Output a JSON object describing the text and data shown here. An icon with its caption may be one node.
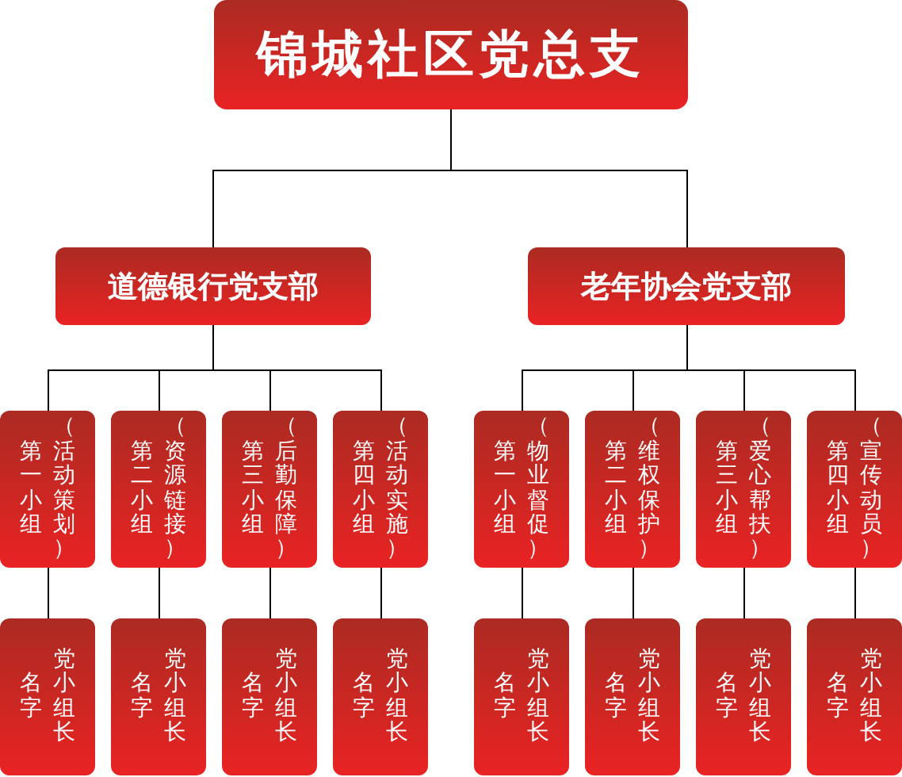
{
  "diagram": {
    "nodes": [
      {
        "text": [
          "锦城社区党总支"
        ]
      },
      {
        "text": [
          "道德银行党支部"
        ]
      },
      {
        "text": [
          "老年协会党支部"
        ]
      },
      {
        "text": [
          "第一小组",
          "（活动策划）"
        ]
      },
      {
        "text": [
          "第二小组",
          "（资源链接）"
        ]
      },
      {
        "text": [
          "第三小组",
          "（后勤保障）"
        ]
      },
      {
        "text": [
          "第四小组",
          "（活动实施）"
        ]
      },
      {
        "text": [
          "第一小组",
          "（物业督促）"
        ]
      },
      {
        "text": [
          "第二小组",
          "（维权保护）"
        ]
      },
      {
        "text": [
          "第三小组",
          "（爱心帮扶）"
        ]
      },
      {
        "text": [
          "第四小组",
          "（宣传动员）"
        ]
      },
      {
        "text": [
          "名字",
          "党小组长"
        ]
      },
      {
        "text": [
          "名字",
          "党小组长"
        ]
      },
      {
        "text": [
          "名字",
          "党小组长"
        ]
      },
      {
        "text": [
          "名字",
          "党小组长"
        ]
      },
      {
        "text": [
          "名字",
          "党小组长"
        ]
      },
      {
        "text": [
          "名字",
          "党小组长"
        ]
      },
      {
        "text": [
          "名字",
          "党小组长"
        ]
      },
      {
        "text": [
          "名字",
          "党小组长"
        ]
      }
    ],
    "edges": [
      {
        "from": 0,
        "to": 1,
        "arrow": "none"
      },
      {
        "from": 0,
        "to": 2,
        "arrow": "none"
      },
      {
        "from": 1,
        "to": 3,
        "arrow": "none"
      },
      {
        "from": 1,
        "to": 4,
        "arrow": "none"
      },
      {
        "from": 1,
        "to": 5,
        "arrow": "none"
      },
      {
        "from": 1,
        "to": 6,
        "arrow": "none"
      },
      {
        "from": 2,
        "to": 7,
        "arrow": "none"
      },
      {
        "from": 2,
        "to": 8,
        "arrow": "none"
      },
      {
        "from": 2,
        "to": 9,
        "arrow": "none"
      },
      {
        "from": 2,
        "to": 10,
        "arrow": "none"
      },
      {
        "from": 3,
        "to": 11,
        "arrow": "none"
      },
      {
        "from": 4,
        "to": 12,
        "arrow": "none"
      },
      {
        "from": 5,
        "to": 13,
        "arrow": "none"
      },
      {
        "from": 6,
        "to": 14,
        "arrow": "none"
      },
      {
        "from": 7,
        "to": 15,
        "arrow": "none"
      },
      {
        "from": 8,
        "to": 16,
        "arrow": "none"
      },
      {
        "from": 9,
        "to": 17,
        "arrow": "none"
      },
      {
        "from": 10,
        "to": 18,
        "arrow": "none"
      }
    ]
  }
}
